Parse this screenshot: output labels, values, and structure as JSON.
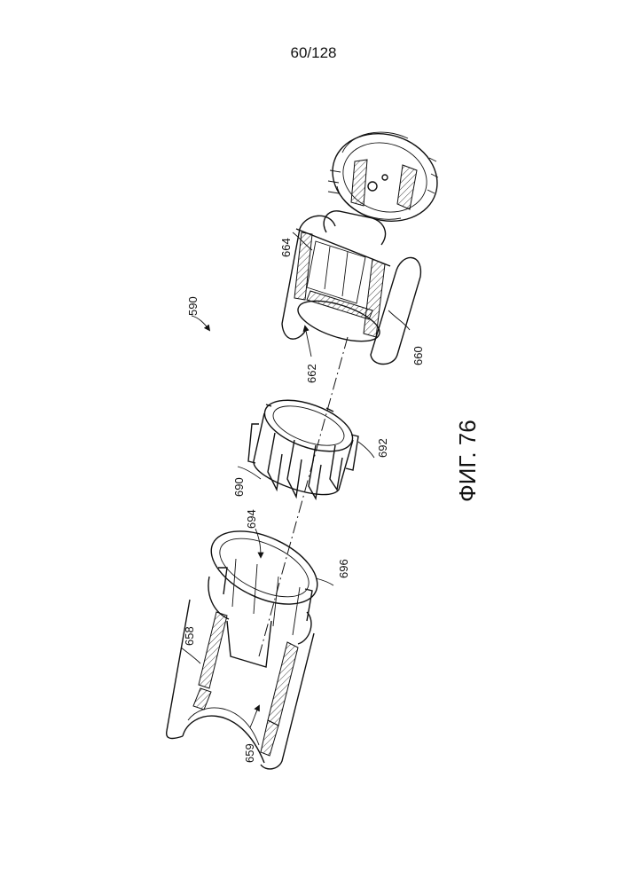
{
  "page_number": "60/128",
  "figure": {
    "label": "ФИГ. 76"
  },
  "references": {
    "r590": "590",
    "r664": "664",
    "r662": "662",
    "r660": "660",
    "r692": "692",
    "r690": "690",
    "r694": "694",
    "r696": "696",
    "r658": "658",
    "r659": "659"
  }
}
